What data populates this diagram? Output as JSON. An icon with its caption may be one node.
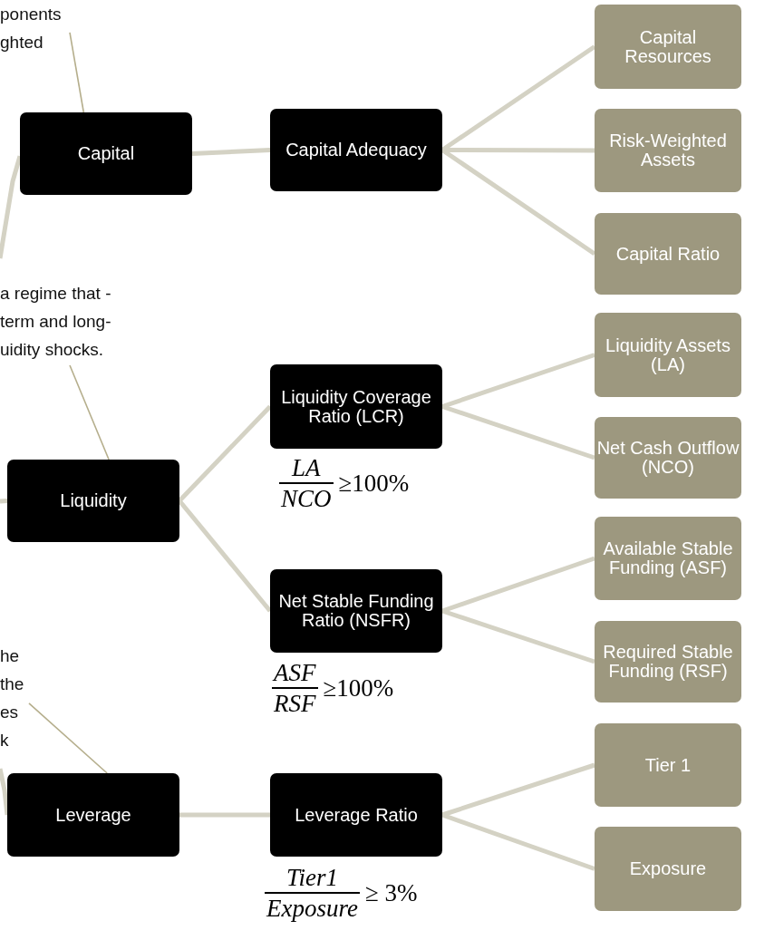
{
  "diagram": {
    "nodes": [
      {
        "text": [
          "ponents ghted"
        ]
      },
      {
        "text": [
          "Capital"
        ]
      },
      {
        "text": [
          "Capital Adequacy"
        ]
      },
      {
        "text": [
          "Capital Resources"
        ]
      },
      {
        "text": [
          "Risk-Weighted Assets"
        ]
      },
      {
        "text": [
          "Capital Ratio"
        ]
      },
      {
        "text": [
          "a regime that -term and long- uidity shocks."
        ]
      },
      {
        "text": [
          "Liquidity"
        ]
      },
      {
        "text": [
          "Liquidity Coverage Ratio (LCR)"
        ],
        "beside": [
          "LA",
          "NCO",
          "≥100%"
        ]
      },
      {
        "text": [
          "Liquidity Assets (LA)"
        ]
      },
      {
        "text": [
          "Net Cash Outflow (NCO)"
        ]
      },
      {
        "text": [
          "he the es k"
        ]
      },
      {
        "text": [
          "Net Stable Funding Ratio (NSFR)"
        ],
        "beside": [
          "ASF",
          "RSF",
          "≥100%"
        ]
      },
      {
        "text": [
          "Available Stable Funding (ASF)"
        ]
      },
      {
        "text": [
          "Required Stable Funding (RSF)"
        ]
      },
      {
        "text": [
          "Leverage"
        ]
      },
      {
        "text": [
          "Leverage Ratio"
        ],
        "beside": [
          "Tier1",
          "Exposure",
          "≥ 3%"
        ]
      },
      {
        "text": [
          "Tier 1"
        ]
      },
      {
        "text": [
          "Exposure"
        ]
      }
    ],
    "edges": [
      {
        "from": 0,
        "to": 1,
        "arrow": "none",
        "color": "#b5ae8c"
      },
      {
        "from": null,
        "to": 1,
        "arrow": "none"
      },
      {
        "from": 1,
        "to": 2,
        "arrow": "none"
      },
      {
        "from": 2,
        "to": 3,
        "arrow": "none"
      },
      {
        "from": 2,
        "to": 4,
        "arrow": "none"
      },
      {
        "from": 2,
        "to": 5,
        "arrow": "none"
      },
      {
        "from": 6,
        "to": 7,
        "arrow": "none",
        "color": "#b5ae8c"
      },
      {
        "from": null,
        "to": 7,
        "arrow": "none"
      },
      {
        "from": 7,
        "to": 8,
        "arrow": "none"
      },
      {
        "from": 7,
        "to": 12,
        "arrow": "none"
      },
      {
        "from": 8,
        "to": 9,
        "arrow": "none"
      },
      {
        "from": 8,
        "to": 10,
        "arrow": "none"
      },
      {
        "from": 12,
        "to": 13,
        "arrow": "none"
      },
      {
        "from": 12,
        "to": 14,
        "arrow": "none"
      },
      {
        "from": 11,
        "to": 15,
        "arrow": "none",
        "color": "#b5ae8c"
      },
      {
        "from": null,
        "to": 15,
        "arrow": "none"
      },
      {
        "from": 15,
        "to": 16,
        "arrow": "none"
      },
      {
        "from": 16,
        "to": 17,
        "arrow": "none"
      },
      {
        "from": 16,
        "to": 18,
        "arrow": "none"
      }
    ]
  }
}
